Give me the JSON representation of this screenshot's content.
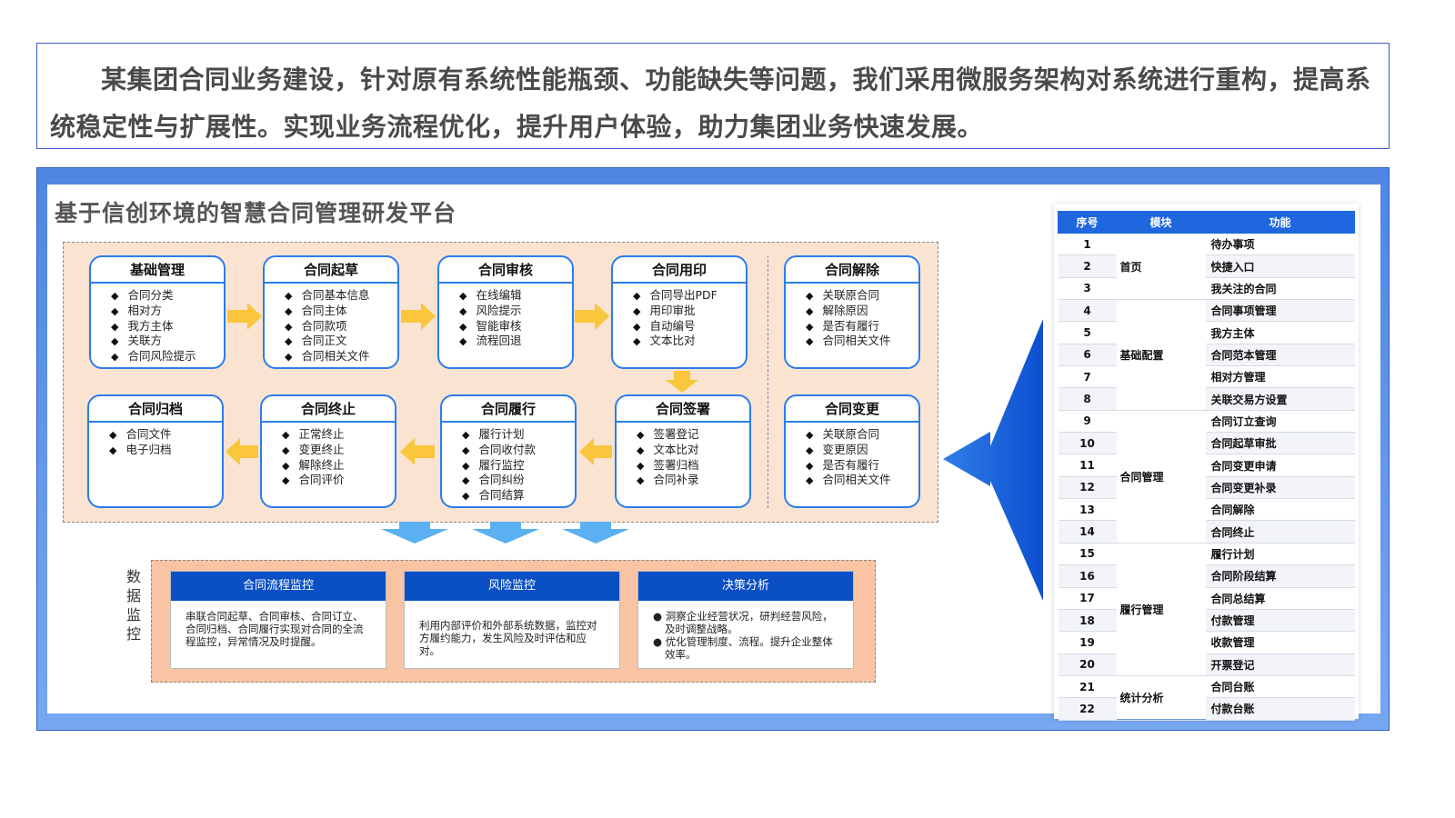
{
  "intro": {
    "text": "某集团合同业务建设，针对原有系统性能瓶颈、功能缺失等问题，我们采用微服务架构对系统进行重构，提高系统稳定性与扩展性。实现业务流程优化，提升用户体验，助力集团业务快速发展。"
  },
  "title": "基于信创环境的智慧合同管理研发平台",
  "flow": {
    "row1": [
      {
        "title": "基础管理",
        "items": [
          "合同分类",
          "相对方",
          "我方主体",
          "关联方",
          "合同风险提示"
        ]
      },
      {
        "title": "合同起草",
        "items": [
          "合同基本信息",
          "合同主体",
          "合同款项",
          "合同正文",
          "合同相关文件"
        ]
      },
      {
        "title": "合同审核",
        "items": [
          "在线编辑",
          "风险提示",
          "智能审核",
          "流程回退"
        ]
      },
      {
        "title": "合同用印",
        "items": [
          "合同导出PDF",
          "用印审批",
          "自动编号",
          "文本比对"
        ]
      },
      {
        "title": "合同解除",
        "items": [
          "关联原合同",
          "解除原因",
          "是否有履行",
          "合同相关文件"
        ]
      }
    ],
    "row2": [
      {
        "title": "合同归档",
        "items": [
          "合同文件",
          "电子归档"
        ]
      },
      {
        "title": "合同终止",
        "items": [
          "正常终止",
          "变更终止",
          "解除终止",
          "合同评价"
        ]
      },
      {
        "title": "合同履行",
        "items": [
          "履行计划",
          "合同收付款",
          "履行监控",
          "合同纠纷",
          "合同结算"
        ]
      },
      {
        "title": "合同签署",
        "items": [
          "签署登记",
          "文本比对",
          "签署归档",
          "合同补录"
        ]
      },
      {
        "title": "合同变更",
        "items": [
          "关联原合同",
          "变更原因",
          "是否有履行",
          "合同相关文件"
        ]
      }
    ]
  },
  "monitor": {
    "label": "数据监控",
    "cards": [
      {
        "title": "合同流程监控",
        "body": "串联合同起草、合同审核、合同订立、合同归档、合同履行实现对合同的全流程监控，异常情况及时提醒。"
      },
      {
        "title": "风险监控",
        "body": "利用内部评价和外部系统数据，监控对方履约能力，发生风险及时评估和应对。"
      },
      {
        "title": "决策分析",
        "bullets": [
          "洞察企业经营状况，研判经营风险，及时调整战略。",
          "优化管理制度、流程。提升企业整体效率。"
        ]
      }
    ]
  },
  "table": {
    "headers": [
      "序号",
      "模块",
      "功能"
    ],
    "modules": [
      {
        "name": "首页",
        "rows": 3
      },
      {
        "name": "基础配置",
        "rows": 5
      },
      {
        "name": "合同管理",
        "rows": 6
      },
      {
        "name": "履行管理",
        "rows": 6
      },
      {
        "name": "统计分析",
        "rows": 2
      }
    ],
    "functions": [
      "待办事项",
      "快捷入口",
      "我关注的合同",
      "合同事项管理",
      "我方主体",
      "合同范本管理",
      "相对方管理",
      "关联交易方设置",
      "合同订立查询",
      "合同起草审批",
      "合同变更申请",
      "合同变更补录",
      "合同解除",
      "合同终止",
      "履行计划",
      "合同阶段结算",
      "合同总结算",
      "付款管理",
      "收款管理",
      "开票登记",
      "合同台账",
      "付款台账"
    ]
  },
  "colors": {
    "primary": "#2b7de9",
    "header": "#1f66df",
    "flowBg": "#fbe3d2",
    "monitorBg": "#f8c4a3",
    "arrow": "#f9c63c"
  }
}
